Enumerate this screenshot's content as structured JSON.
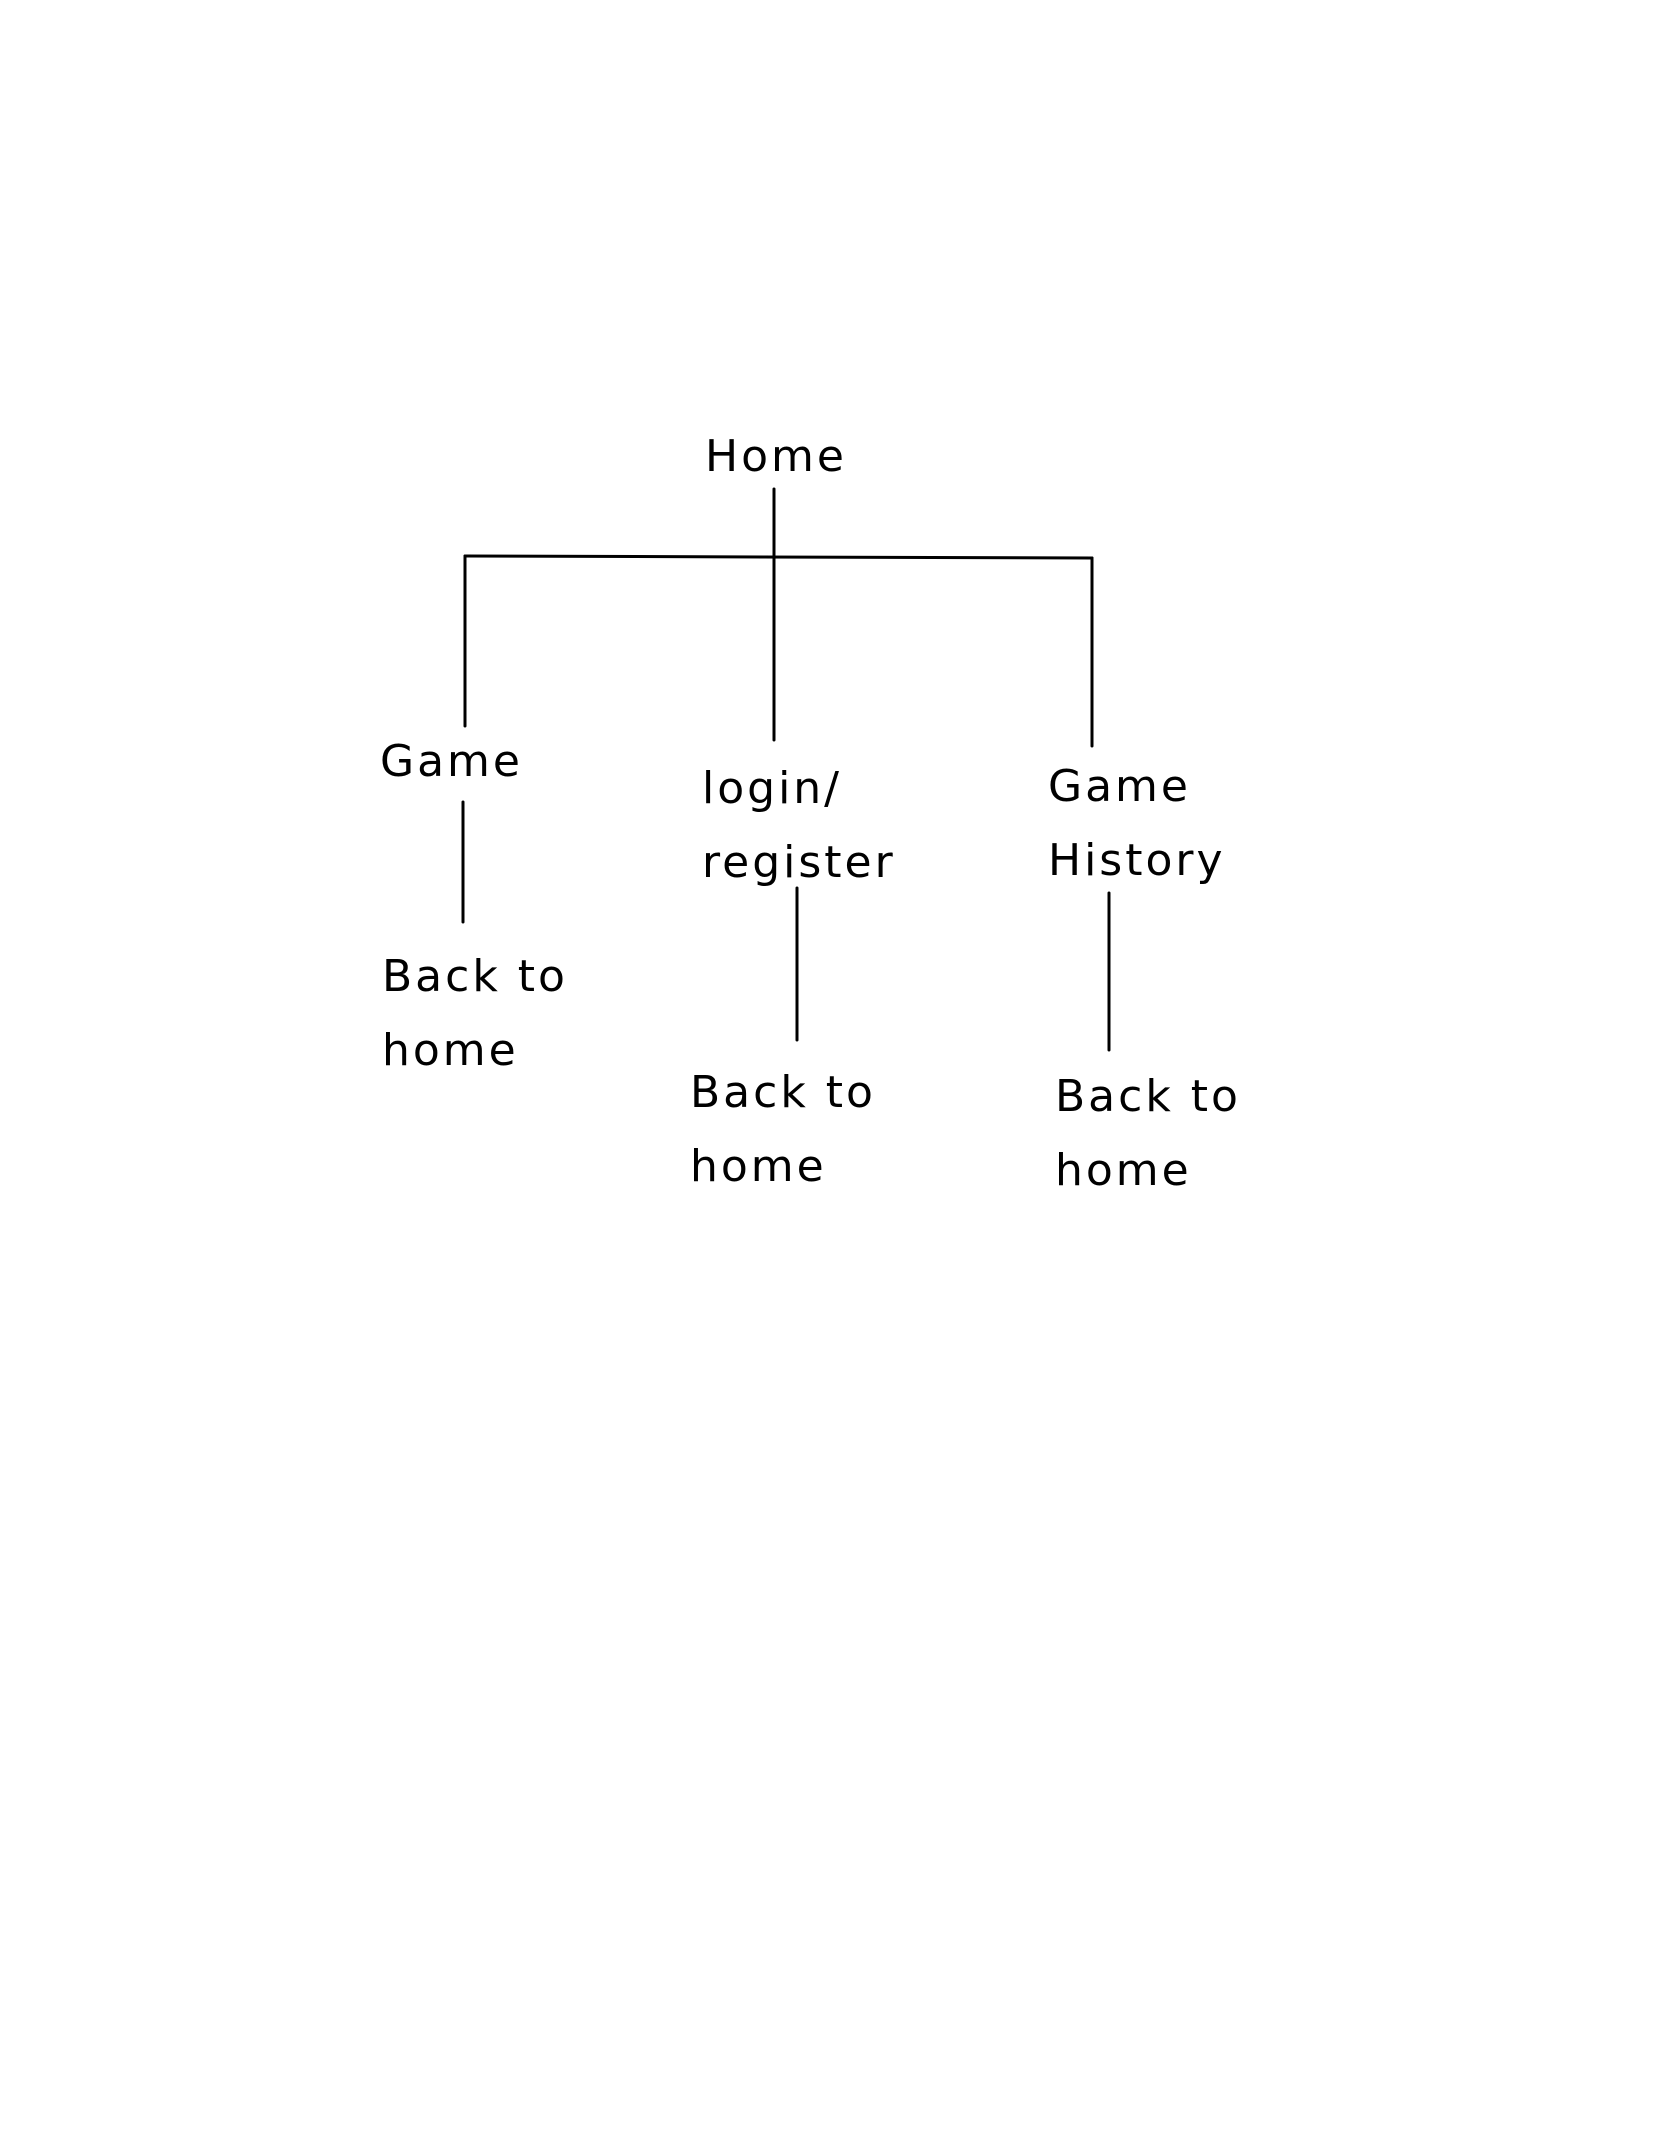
{
  "diagram": {
    "type": "hierarchy",
    "root": {
      "label": "Home"
    },
    "children": [
      {
        "label_lines": [
          "Game"
        ],
        "child": {
          "label_lines": [
            "Back to",
            "home"
          ]
        }
      },
      {
        "label_lines": [
          "login/",
          "register"
        ],
        "child": {
          "label_lines": [
            "Back to",
            "home"
          ]
        }
      },
      {
        "label_lines": [
          "Game",
          "History"
        ],
        "child": {
          "label_lines": [
            "Back to",
            "home"
          ]
        }
      }
    ]
  }
}
